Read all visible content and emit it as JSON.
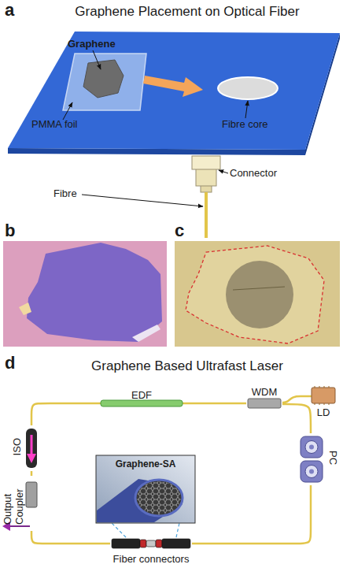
{
  "diagram": {
    "nodes": [
      {
        "text": [
          "EDF"
        ]
      },
      {
        "text": [
          "WDM"
        ]
      },
      {
        "text": [
          "LD"
        ]
      },
      {
        "text": [
          "ISO"
        ]
      },
      {
        "text": [
          "PC"
        ]
      },
      {
        "text": [
          "Graphene-SA"
        ]
      },
      {
        "text": [
          "Output Coupler"
        ]
      },
      {
        "text": [
          "Fiber connectors"
        ]
      }
    ],
    "edges": [
      {
        "from": 2,
        "to": 1,
        "arrow": "none"
      },
      {
        "from": 1,
        "to": 0,
        "arrow": "none"
      },
      {
        "from": 0,
        "to": 3,
        "arrow": "none"
      },
      {
        "from": 3,
        "to": 6,
        "arrow": "none"
      },
      {
        "from": 6,
        "to": 7,
        "arrow": "none"
      },
      {
        "from": 7,
        "to": 4,
        "arrow": "none"
      },
      {
        "from": 4,
        "to": 1,
        "arrow": "none"
      },
      {
        "from": 7,
        "to": 5,
        "arrow": "none"
      }
    ],
    "labels": [
      "a",
      "Graphene Placement on Optical Fiber",
      "Graphene",
      "PMMA foil",
      "Fibre core",
      "Fibre",
      "Connector",
      "b",
      "c",
      "d",
      "Graphene Based Ultrafast Laser"
    ]
  }
}
